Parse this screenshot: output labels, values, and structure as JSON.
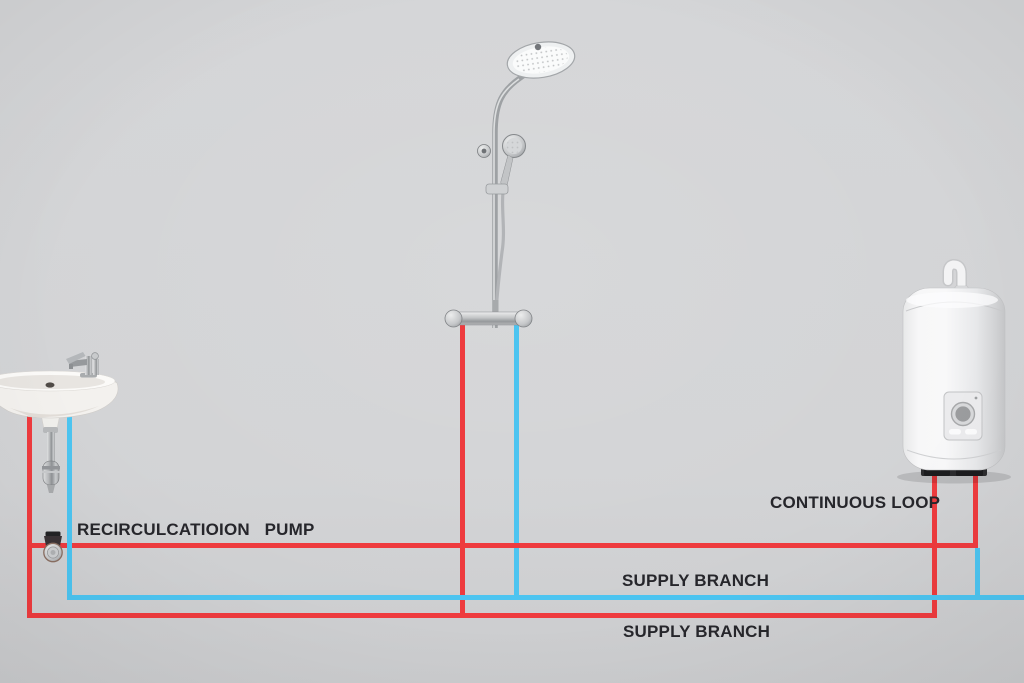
{
  "diagram": {
    "title": "hot-water-recirculation-plumbing-diagram",
    "labels": {
      "recirculation_pump": "RECIRCULCATIOION   PUMP",
      "continuous_loop": "CONTINUOUS LOOP",
      "supply_branch_upper": "SUPPLY BRANCH",
      "supply_branch_lower": "SUPPLY BRANCH"
    },
    "colors": {
      "hot_pipe": "#ee3b3e",
      "cold_pipe": "#4cc4f0",
      "background": "#d2d3d5",
      "label_text": "#26262b"
    },
    "fixtures": [
      {
        "name": "sink",
        "icon": "wall-hung-basin-with-faucet-and-trap"
      },
      {
        "name": "shower",
        "icon": "rain-shower-column-with-handheld-and-valve"
      },
      {
        "name": "water-heater",
        "icon": "white-tank-heater-with-dial-and-vent"
      },
      {
        "name": "recirculation-pump",
        "icon": "small-circulator-pump-on-return-line"
      }
    ]
  }
}
